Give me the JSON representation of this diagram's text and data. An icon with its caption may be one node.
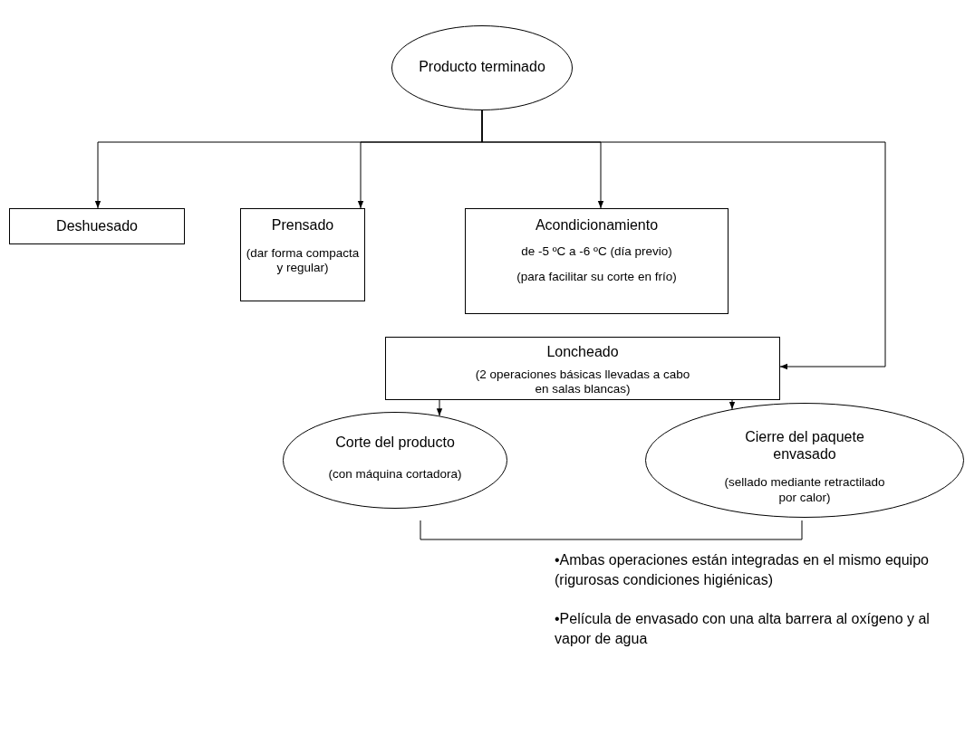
{
  "diagram": {
    "nodes": [
      {
        "text": [
          "Producto terminado"
        ]
      },
      {
        "text": [
          "Deshuesado"
        ]
      },
      {
        "text": [
          "Prensado",
          "(dar forma compacta y regular)"
        ]
      },
      {
        "text": [
          "Acondicionamiento",
          "de -5 ºC a -6 ºC (día previo)",
          "(para facilitar su corte en frío)"
        ]
      },
      {
        "text": [
          "Loncheado",
          "(2 operaciones básicas llevadas a cabo en salas blancas)"
        ]
      },
      {
        "text": [
          "Corte del producto",
          "(con máquina cortadora)"
        ]
      },
      {
        "text": [
          "Cierre del paquete envasado",
          "(sellado mediante retractilado por calor)"
        ]
      }
    ],
    "edges": [
      {
        "from": 0,
        "to": 1,
        "arrow": "to"
      },
      {
        "from": 0,
        "to": 2,
        "arrow": "to"
      },
      {
        "from": 0,
        "to": 3,
        "arrow": "to"
      },
      {
        "from": 0,
        "to": 4,
        "arrow": "to"
      },
      {
        "from": 4,
        "to": 5,
        "arrow": "to"
      },
      {
        "from": 4,
        "to": 6,
        "arrow": "to"
      }
    ],
    "labels": [
      "•Ambas operaciones están integradas en el mismo equipo (rigurosas condiciones higiénicas)",
      "•Película de envasado con una alta barrera al oxígeno y al vapor de agua"
    ]
  }
}
